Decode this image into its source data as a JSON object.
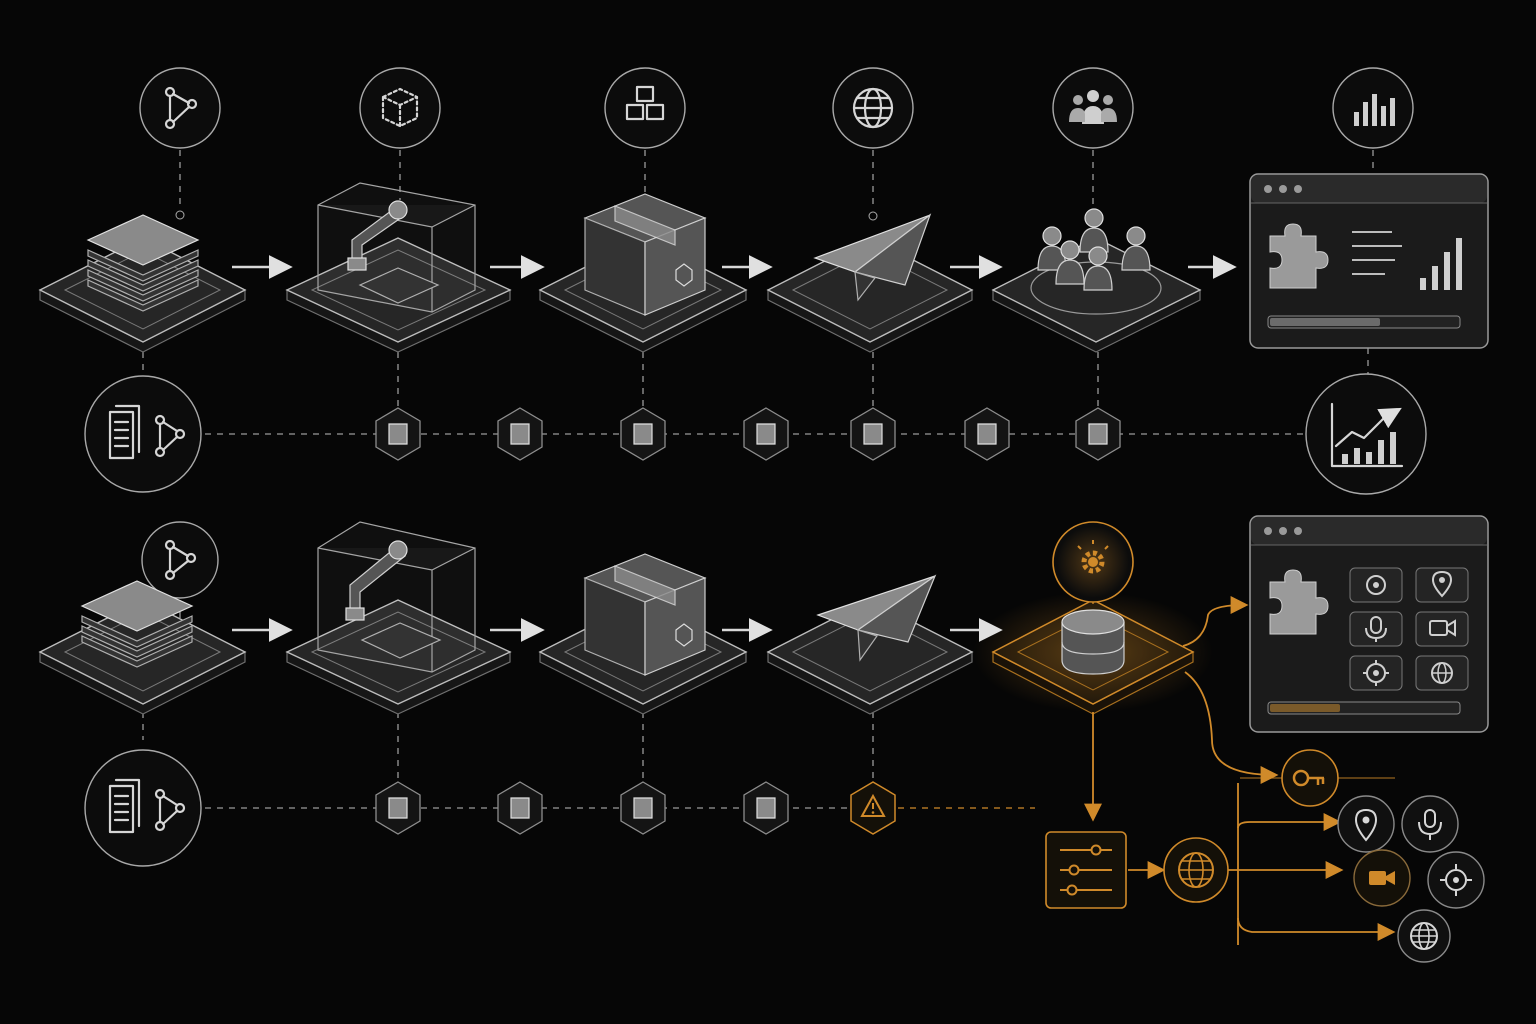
{
  "colors": {
    "background": "#060606",
    "line": "#9a9a9a",
    "icon": "#d6d6d6",
    "accent": "#d08a2a"
  },
  "rows": [
    {
      "stages": [
        "layer-stack",
        "robot-arm-cube",
        "shipping-box",
        "paper-plane",
        "people-group",
        "dashboard-window"
      ],
      "top_icons": [
        "branch-icon",
        "cube-outline-icon",
        "boxes-icon",
        "globe-icon",
        "users-icon",
        "bar-chart-icon"
      ],
      "bottom_start_icon": "document-branch-icon",
      "bottom_end_icon": "trend-chart-icon",
      "hex_nodes": 7
    },
    {
      "stages": [
        "layer-stack",
        "robot-arm-cube",
        "shipping-box",
        "paper-plane",
        "database-platform",
        "dashboard-window"
      ],
      "top_icons": [
        "branch-icon",
        "gear-icon"
      ],
      "bottom_start_icon": "document-branch-icon",
      "hex_nodes": 5,
      "alert_icon": "warning-icon",
      "outputs": [
        "key-icon",
        "location-pin-icon",
        "microphone-icon",
        "video-camera-icon",
        "target-icon",
        "globe-icon"
      ],
      "dashboard_tiles": [
        "compass-icon",
        "location-pin-icon",
        "microphone-icon",
        "video-camera-icon",
        "target-icon",
        "globe-icon"
      ]
    }
  ]
}
